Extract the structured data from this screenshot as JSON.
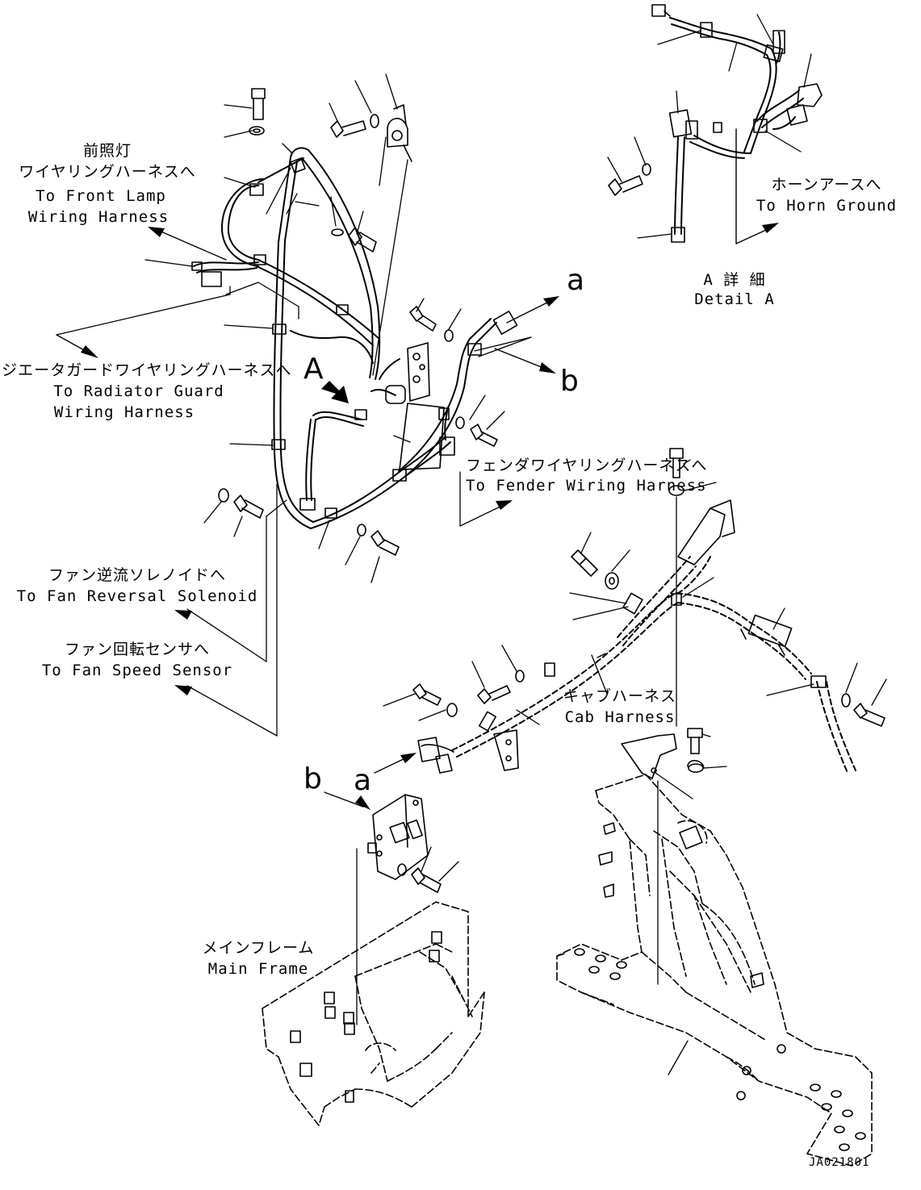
{
  "labels": {
    "front_lamp_jp": "前照灯",
    "front_lamp_jp2": "ワイヤリングハーネスへ",
    "front_lamp_en1": "To Front Lamp",
    "front_lamp_en2": "Wiring Harness",
    "radiator_jp": "ラジエータガードワイヤリングハーネスへ",
    "radiator_en1": "To Radiator Guard",
    "radiator_en2": "Wiring Harness",
    "fan_rev_jp": "ファン逆流ソレノイドへ",
    "fan_rev_en": "To Fan Reversal Solenoid",
    "fan_speed_jp": "ファン回転センサへ",
    "fan_speed_en": "To Fan Speed Sensor",
    "fender_jp": "フェンダワイヤリングハーネスへ",
    "fender_en": "To Fender Wiring Harness",
    "horn_jp": "ホーンアースへ",
    "horn_en": "To Horn Ground",
    "detail_jp": "A 詳 細",
    "detail_en": "Detail A",
    "cab_jp": "キャブハーネス",
    "cab_en": "Cab Harness",
    "main_frame_jp": "メインフレーム",
    "main_frame_en": "Main Frame"
  },
  "refs": {
    "A": "A",
    "a_top": "a",
    "b_top": "b",
    "a_bottom": "a",
    "b_bottom": "b"
  },
  "drawing_code": "JA021801"
}
